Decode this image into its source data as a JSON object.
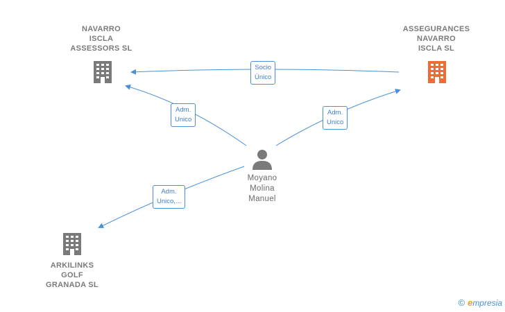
{
  "nodes": {
    "navarro_iscla": {
      "lines": [
        "NAVARRO",
        "ISCLA",
        "ASSESSORS SL"
      ],
      "kind": "company",
      "color": "#7a7a7a"
    },
    "assegurances": {
      "lines": [
        "ASSEGURANCES",
        "NAVARRO",
        "ISCLA  SL"
      ],
      "kind": "company",
      "color": "#f26a35"
    },
    "arkilinks": {
      "lines": [
        "ARKILINKS",
        "GOLF",
        "GRANADA  SL"
      ],
      "kind": "company",
      "color": "#7a7a7a"
    },
    "moyano": {
      "lines": [
        "Moyano",
        "Molina",
        "Manuel"
      ],
      "kind": "person",
      "color": "#7a7a7a"
    }
  },
  "edges": {
    "socio_unico": {
      "lines": [
        "Socio",
        "Único"
      ],
      "from": "assegurances",
      "to": "navarro_iscla"
    },
    "adm_unico_navarro": {
      "lines": [
        "Adm.",
        "Unico"
      ],
      "from": "moyano",
      "to": "navarro_iscla"
    },
    "adm_unico_assegurances": {
      "lines": [
        "Adm.",
        "Unico"
      ],
      "from": "moyano",
      "to": "assegurances"
    },
    "adm_unico_arkilinks": {
      "lines": [
        "Adm.",
        "Unico,..."
      ],
      "from": "moyano",
      "to": "arkilinks"
    }
  },
  "colors": {
    "edge": "#4a90d9",
    "company": "#7a7a7a",
    "highlight": "#f26a35"
  },
  "brand": {
    "copyright": "©",
    "initial": "e",
    "name": "mpresia"
  }
}
